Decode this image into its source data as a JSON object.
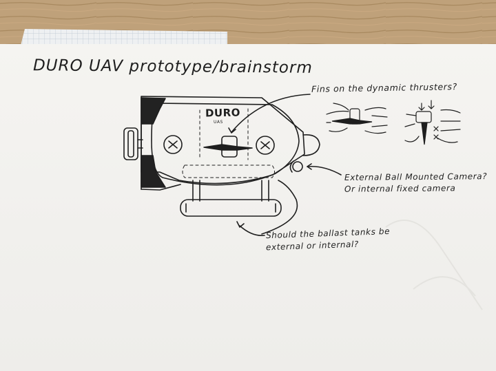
{
  "photo": {
    "title": "DURO UAV prototype/brainstorm",
    "logo": "DURO",
    "logo_sub": "UAS",
    "annotations": {
      "fins": "Fins on the dynamic thrusters?",
      "camera_line1": "External Ball Mounted Camera?",
      "camera_line2": "Or internal fixed camera",
      "ballast_line1": "Should the ballast tanks be",
      "ballast_line2": "external or internal?"
    }
  },
  "colors": {
    "wood": "#b89a72",
    "paper": "#f3f2ef",
    "ink": "#1e1e1e",
    "grid_paper": "#eef0f2"
  }
}
